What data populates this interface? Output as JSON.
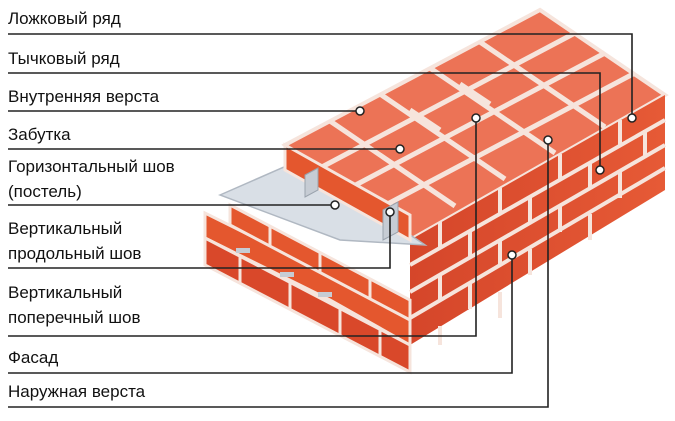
{
  "labels": {
    "stretcher_course": "Ложковый ряд",
    "header_course": "Тычковый ряд",
    "inner_wythe": "Внутренняя верста",
    "infill": "Забутка",
    "bed_joint_line1": "Горизонтальный шов",
    "bed_joint_line2": "(постель)",
    "long_joint_line1": "Вертикальный",
    "long_joint_line2": "продольный шов",
    "cross_joint_line1": "Вертикальный",
    "cross_joint_line2": "поперечный шов",
    "facade": "Фасад",
    "outer_wythe": "Наружная верста"
  },
  "colors": {
    "brick": "#e4572e",
    "brick_dark": "#c8401f",
    "brick_top": "#ec7356",
    "mortar": "#f6e4dc",
    "mortar_bed": "#d9dfe6",
    "leader": "#222222"
  }
}
